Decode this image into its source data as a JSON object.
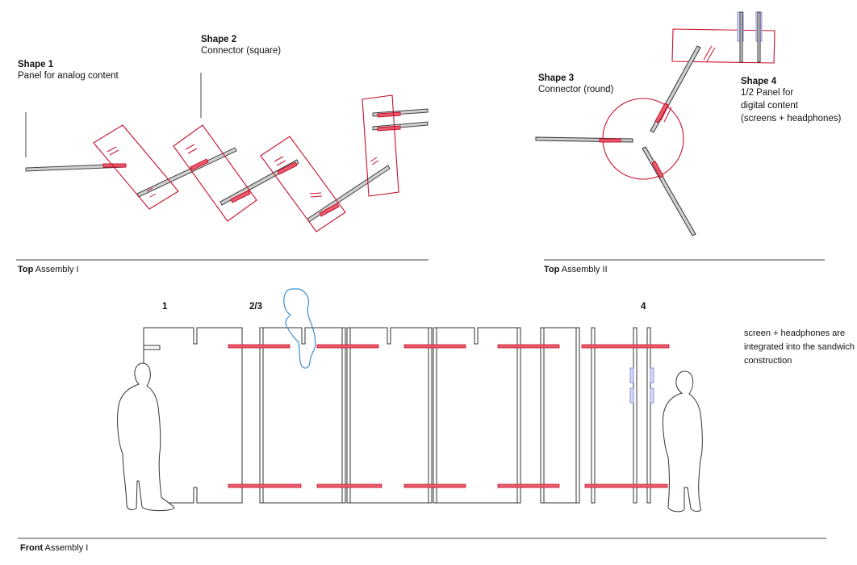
{
  "shapes": [
    {
      "title": "Shape 1",
      "desc": [
        "Panel for analog content"
      ]
    },
    {
      "title": "Shape 2",
      "desc": [
        "Connector (square)"
      ]
    },
    {
      "title": "Shape 3",
      "desc": [
        "Connector (round)"
      ]
    },
    {
      "title": "Shape 4",
      "desc": [
        "1/2 Panel for",
        "digital content",
        "(screens + headphones)"
      ]
    }
  ],
  "sections": {
    "top1": {
      "bold": "Top",
      "rest": " Assembly I"
    },
    "top2": {
      "bold": "Top",
      "rest": " Assembly II"
    },
    "front1": {
      "bold": "Front",
      "rest": " Assembly I"
    }
  },
  "front_numbers": [
    "1",
    "2/3",
    "4"
  ],
  "note": "screen + headphones are integrated into the sandwich construction",
  "colors": {
    "panel_outline": "#c8102e",
    "connector": "#e0485a",
    "line": "#333333",
    "child_figure": "#3b8fd1",
    "screen": "#8a8fd8",
    "rule": "#555555"
  }
}
